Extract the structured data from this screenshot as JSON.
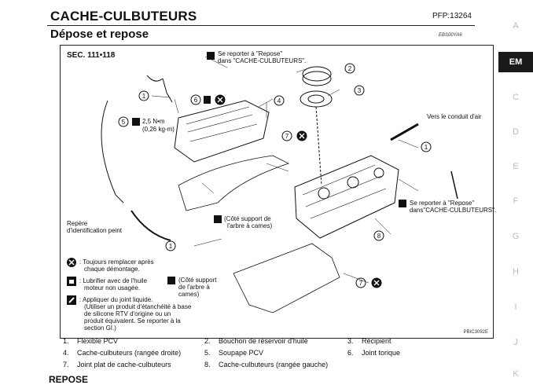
{
  "header": {
    "title": "CACHE-CULBUTEURS",
    "pfp": "PFP:13264",
    "subtitle": "Dépose et repose",
    "code": "EBS00YA6"
  },
  "diagram": {
    "sec": "SEC. 111•118",
    "ref_top": "Se reporter à \"Repose\" dans \"CACHE-CULBUTEURS\".",
    "ref_top_l1": "Se reporter à \"Repose\"",
    "ref_top_l2": "dans \"CACHE-CULBUTEURS\".",
    "ref_right_l1": "Se reporter à \"Repose\"",
    "ref_right_l2": "dans\"CACHE-CULBUTEURS\".",
    "vers_conduit": "Vers le conduit d'air",
    "torque_l1": "2,5 N•m",
    "torque_l2": "(0,26 kg-m)",
    "repere_l1": "Repère",
    "repere_l2": "d'identification peint",
    "cote1_l1": "(Côté support de",
    "cote1_l2": "l'arbre à cames)",
    "cote2_l1": "(Côté support",
    "cote2_l2": "de l'arbre à",
    "cote2_l3": "cames)",
    "callouts": [
      "1",
      "2",
      "3",
      "4",
      "5",
      "6",
      "7",
      "8"
    ],
    "picture_ref": "PBIC3092E"
  },
  "legend": {
    "replace_l1": ": Toujours remplacer après",
    "replace_l2": "chaque démontage.",
    "lubricate_l1": ": Lubrifier avec de l'huile",
    "lubricate_l2": "moteur non usagée.",
    "sealant_l1": ": Appliquer du joint liquide.",
    "sealant_l2": "(Utiliser un produit d'étanchéité à base",
    "sealant_l3": "de silicone RTV d'origine ou un",
    "sealant_l4": "produit équivalent. Se reporter à la",
    "sealant_l5": "section GI.)"
  },
  "parts": [
    {
      "num": "1.",
      "name": "Flexible PCV"
    },
    {
      "num": "2.",
      "name": "Bouchon de réservoir d'huile"
    },
    {
      "num": "3.",
      "name": "Récipient"
    },
    {
      "num": "4.",
      "name": "Cache-culbuteurs (rangée droite)"
    },
    {
      "num": "5.",
      "name": "Soupape PCV"
    },
    {
      "num": "6.",
      "name": "Joint torique"
    },
    {
      "num": "7.",
      "name": "Joint plat de cache-culbuteurs"
    },
    {
      "num": "8.",
      "name": "Cache-culbuteurs (rangée gauche)"
    }
  ],
  "bottom_heading": "REPOSE",
  "sidebar_tabs": [
    "A",
    "EM",
    "C",
    "D",
    "E",
    "F",
    "G",
    "H",
    "I",
    "J",
    "K"
  ]
}
